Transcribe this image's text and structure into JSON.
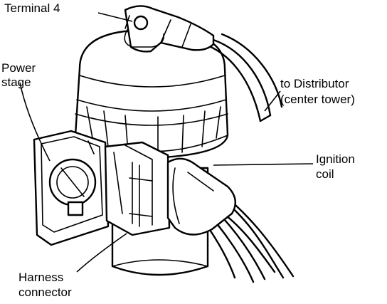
{
  "labels": {
    "terminal_4": "Terminal 4",
    "power_stage_line1": "Power",
    "power_stage_line2": "stage",
    "to_distributor_line1": "to Distributor",
    "to_distributor_line2": "(center tower)",
    "ignition_coil_line1": "Ignition",
    "ignition_coil_line2": "coil",
    "harness_connector_line1": "Harness",
    "harness_connector_line2": "connector"
  }
}
